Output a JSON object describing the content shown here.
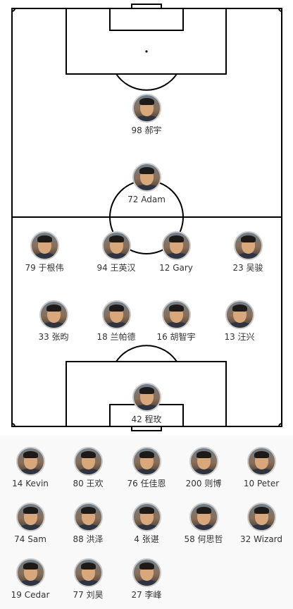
{
  "colors": {
    "pitch_line": "#000000",
    "bench_bg": "#f9f9f9",
    "avatar_border": "#c9c9c9"
  },
  "lineup": [
    {
      "number": "98",
      "name": "郝宇"
    },
    {
      "number": "72",
      "name": "Adam"
    },
    {
      "number": "79",
      "name": "于根伟"
    },
    {
      "number": "94",
      "name": "王英汉"
    },
    {
      "number": "12",
      "name": "Gary"
    },
    {
      "number": "23",
      "name": "吴骏"
    },
    {
      "number": "33",
      "name": "张昀"
    },
    {
      "number": "18",
      "name": "兰帕德"
    },
    {
      "number": "16",
      "name": "胡智宇"
    },
    {
      "number": "13",
      "name": "汪兴"
    },
    {
      "number": "42",
      "name": "程玫"
    }
  ],
  "bench": [
    {
      "number": "14",
      "name": "Kevin"
    },
    {
      "number": "80",
      "name": "王欢"
    },
    {
      "number": "76",
      "name": "任佳恩"
    },
    {
      "number": "200",
      "name": "则博"
    },
    {
      "number": "10",
      "name": "Peter"
    },
    {
      "number": "74",
      "name": "Sam"
    },
    {
      "number": "88",
      "name": "洪泽"
    },
    {
      "number": "4",
      "name": "张谌"
    },
    {
      "number": "58",
      "name": "何思哲"
    },
    {
      "number": "32",
      "name": "Wizard"
    },
    {
      "number": "19",
      "name": "Cedar"
    },
    {
      "number": "77",
      "name": "刘昊"
    },
    {
      "number": "27",
      "name": "李峰"
    }
  ]
}
